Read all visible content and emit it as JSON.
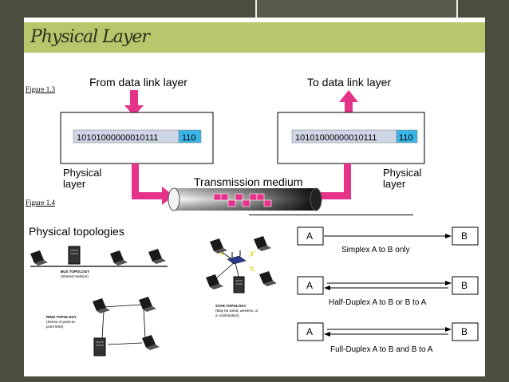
{
  "slide": {
    "title": "Physical Layer",
    "figure_labels": [
      "Figure 1.3",
      "Figure 1.4"
    ],
    "stray_char": "1",
    "colors": {
      "band": "#b6c86b",
      "background": "#4d4d3f",
      "arrow": "#e5338a",
      "bits": "#cfd6e6",
      "bits_tail": "#39b4e6"
    }
  },
  "physical_diagram": {
    "left_caption": "From data link layer",
    "right_caption": "To data link layer",
    "left_bits": "10101000000010111",
    "left_tail": "110",
    "right_bits": "10101000000010111",
    "right_tail": "110",
    "left_layer": "Physical layer",
    "right_layer": "Physical layer",
    "medium_label": "Transmission medium"
  },
  "topologies": {
    "heading": "Physical topologies",
    "bus_label": "BUS TOPOLOGY",
    "bus_sub": "(Shared medium)",
    "ring_label": "RING TOPOLOGY",
    "ring_sub1": "(Series of point-to-",
    "ring_sub2": "point links)",
    "star_label": "STAR TOPOLOGY",
    "star_sub1": "(May be wired, wireless, or",
    "star_sub2": "a combination)"
  },
  "modes": {
    "node_a": "A",
    "node_b": "B",
    "simplex": "Simplex A to B only",
    "half_duplex": "Half-Duplex A to B or B to A",
    "full_duplex": "Full-Duplex A to B and B to A"
  }
}
